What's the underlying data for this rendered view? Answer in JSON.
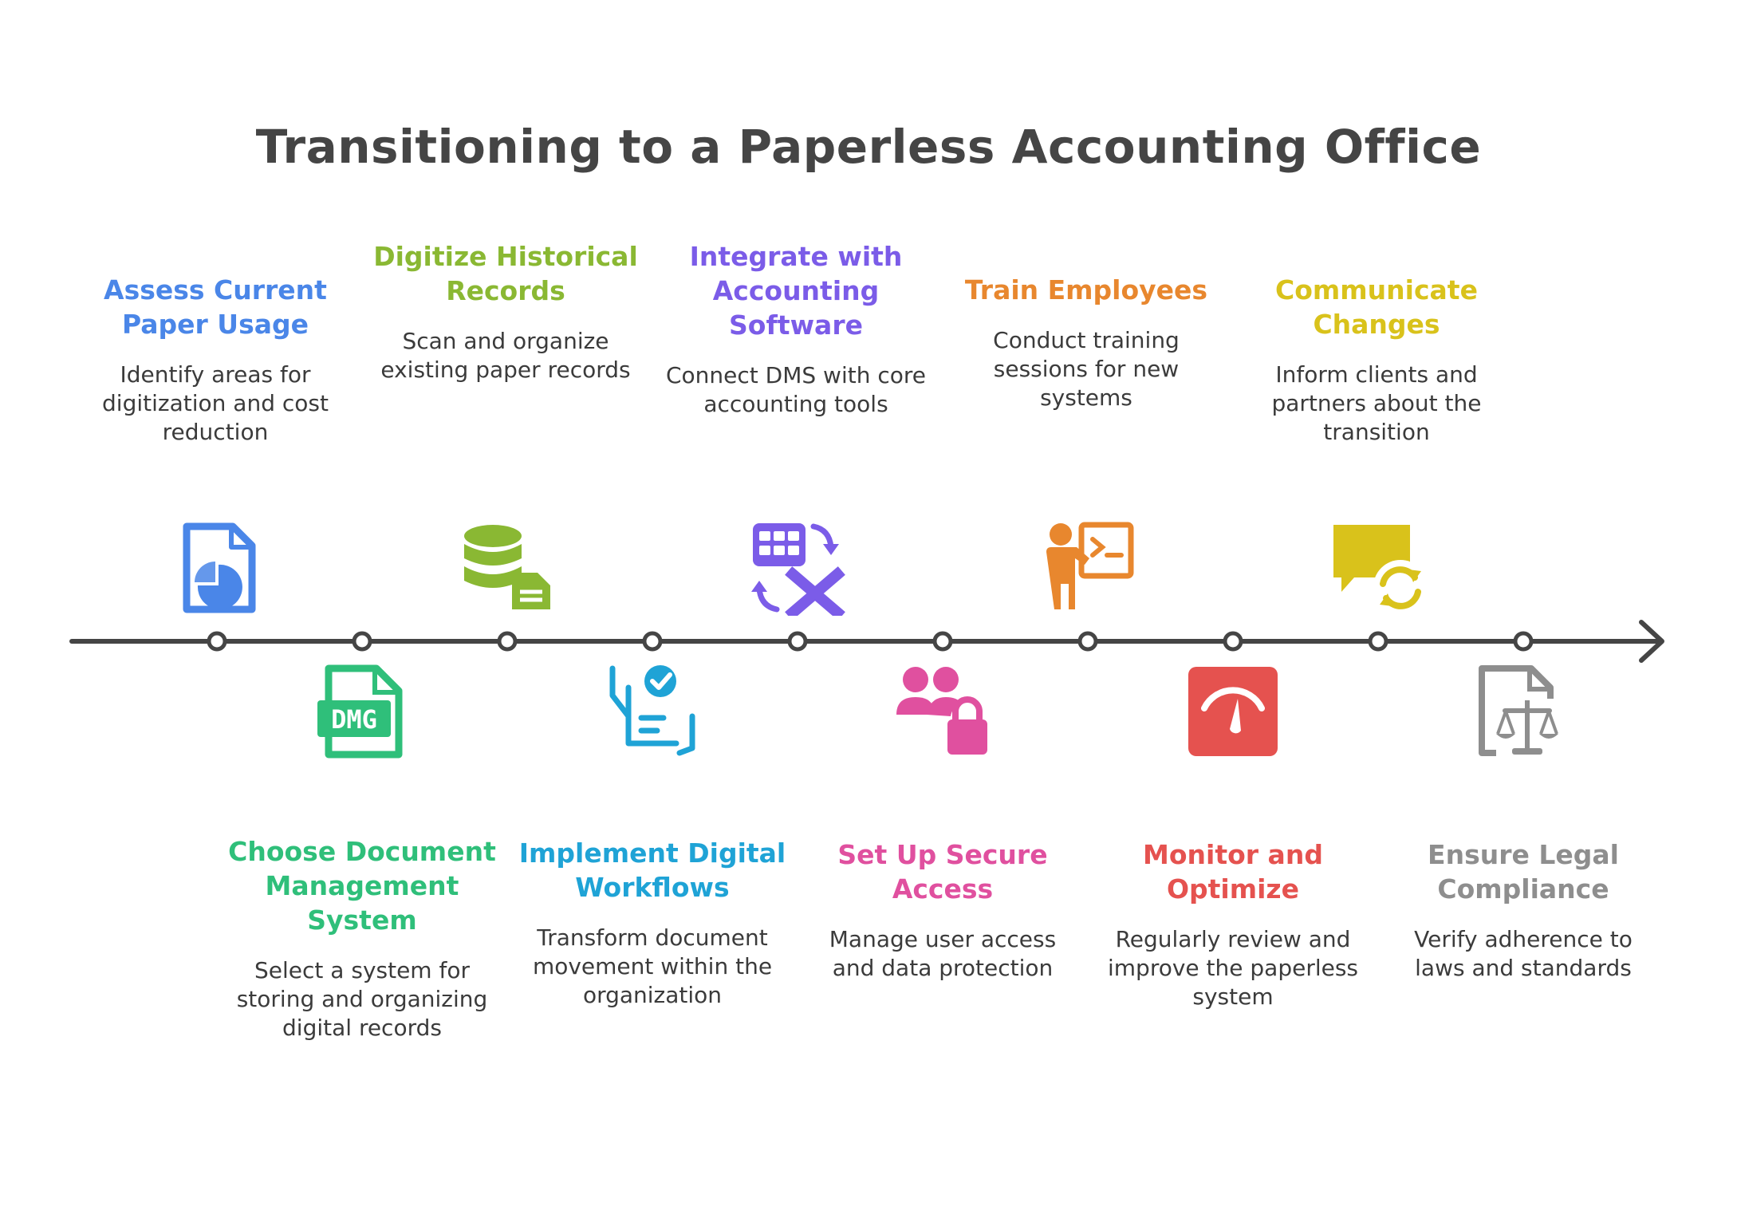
{
  "title": "Transitioning to a Paperless Accounting Office",
  "steps": [
    {
      "label": "Assess Current Paper Usage",
      "desc": "Identify areas for digitization and cost reduction",
      "icon": "document-pie-chart-icon",
      "color": "#4a86e8"
    },
    {
      "label": "Choose Document Management System",
      "desc": "Select a system for storing and organizing digital records",
      "icon": "dmg-file-icon",
      "color": "#2fbf7a"
    },
    {
      "label": "Digitize Historical Records",
      "desc": "Scan and organize existing paper records",
      "icon": "database-document-icon",
      "color": "#8ab833"
    },
    {
      "label": "Implement Digital Workflows",
      "desc": "Transform document movement within the organization",
      "icon": "hand-checklist-icon",
      "color": "#1fa3d6"
    },
    {
      "label": "Integrate with Accounting Software",
      "desc": "Connect DMS with core accounting tools",
      "icon": "spreadsheet-integration-icon",
      "color": "#7b5ce8"
    },
    {
      "label": "Set Up Secure Access",
      "desc": "Manage user access and data protection",
      "icon": "users-lock-icon",
      "color": "#e0509f"
    },
    {
      "label": "Train Employees",
      "desc": "Conduct training sessions for new systems",
      "icon": "presenter-screen-icon",
      "color": "#e8872e"
    },
    {
      "label": "Monitor and Optimize",
      "desc": "Regularly review and improve the paperless system",
      "icon": "gauge-icon",
      "color": "#e5524f"
    },
    {
      "label": "Communicate Changes",
      "desc": "Inform clients and partners about the transition",
      "icon": "chat-refresh-icon",
      "color": "#d9c21b"
    },
    {
      "label": "Ensure Legal Compliance",
      "desc": "Verify adherence to laws and standards",
      "icon": "document-scales-icon",
      "color": "#8e8e8e"
    }
  ]
}
